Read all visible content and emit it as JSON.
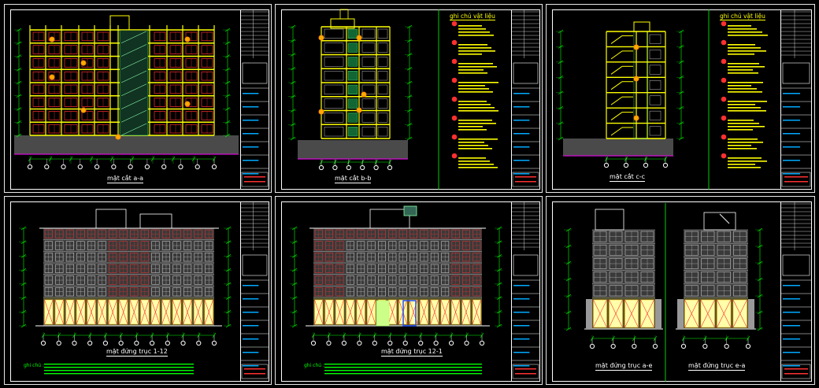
{
  "sheets": [
    {
      "caption": "mặt cắt a-a"
    },
    {
      "caption": "mặt cắt b-b",
      "notes_title": "ghi chú vật liệu"
    },
    {
      "caption": "mặt cắt c-c",
      "notes_title": "ghi chú vật liệu"
    },
    {
      "caption": "mặt đứng trục 1-12",
      "note_label": "ghi chú :"
    },
    {
      "caption": "mặt đứng trục 12-1",
      "note_label": "ghi chú :"
    },
    {
      "caption_left": "mặt đứng trục a-e",
      "caption_right": "mặt đứng trục e-a"
    }
  ],
  "colors": {
    "background": "#000000",
    "frame": "#ffffff",
    "structure": "#ffff00",
    "dimension": "#00ff00",
    "window_red": "#ff3030",
    "ground": "#4a4a4a",
    "ground_line": "#ff00ff",
    "accent_blue": "#2050ff"
  }
}
